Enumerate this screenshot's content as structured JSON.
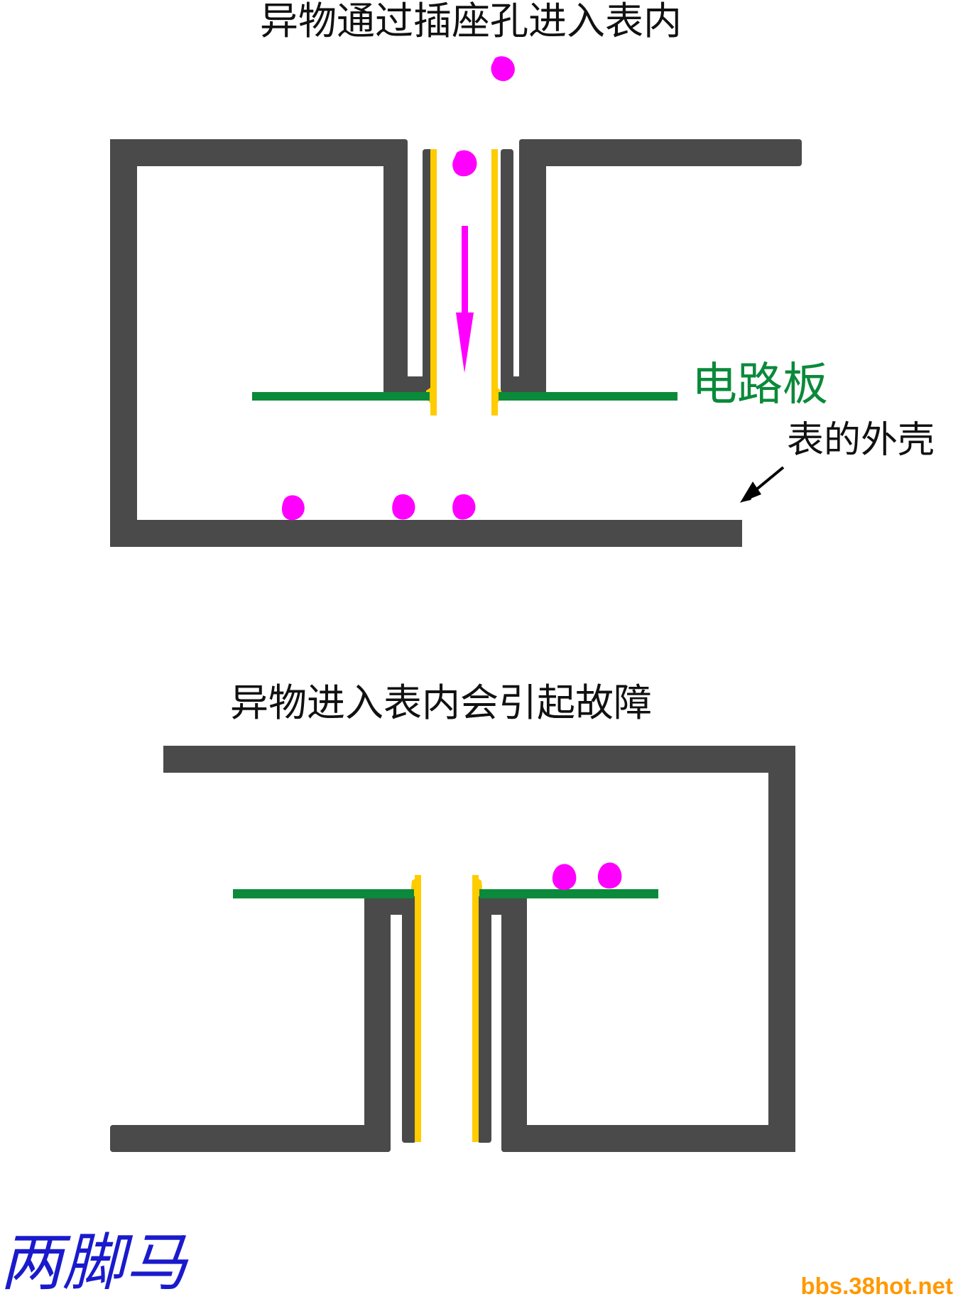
{
  "top_diagram": {
    "title": "异物通过插座孔进入表内",
    "board_label": "电路板",
    "shell_label": "表的外壳"
  },
  "bottom_diagram": {
    "title": "异物进入表内会引起故障"
  },
  "signature": "两脚马",
  "watermark": "bbs.38hot.net",
  "colors": {
    "shell": "#4a4a4a",
    "contact": "#ffcc00",
    "board": "#0a8a3a",
    "debris": "#ff00ff",
    "label_green": "#0a8a3a",
    "signature": "#1a1acc",
    "watermark": "#ff9900"
  }
}
